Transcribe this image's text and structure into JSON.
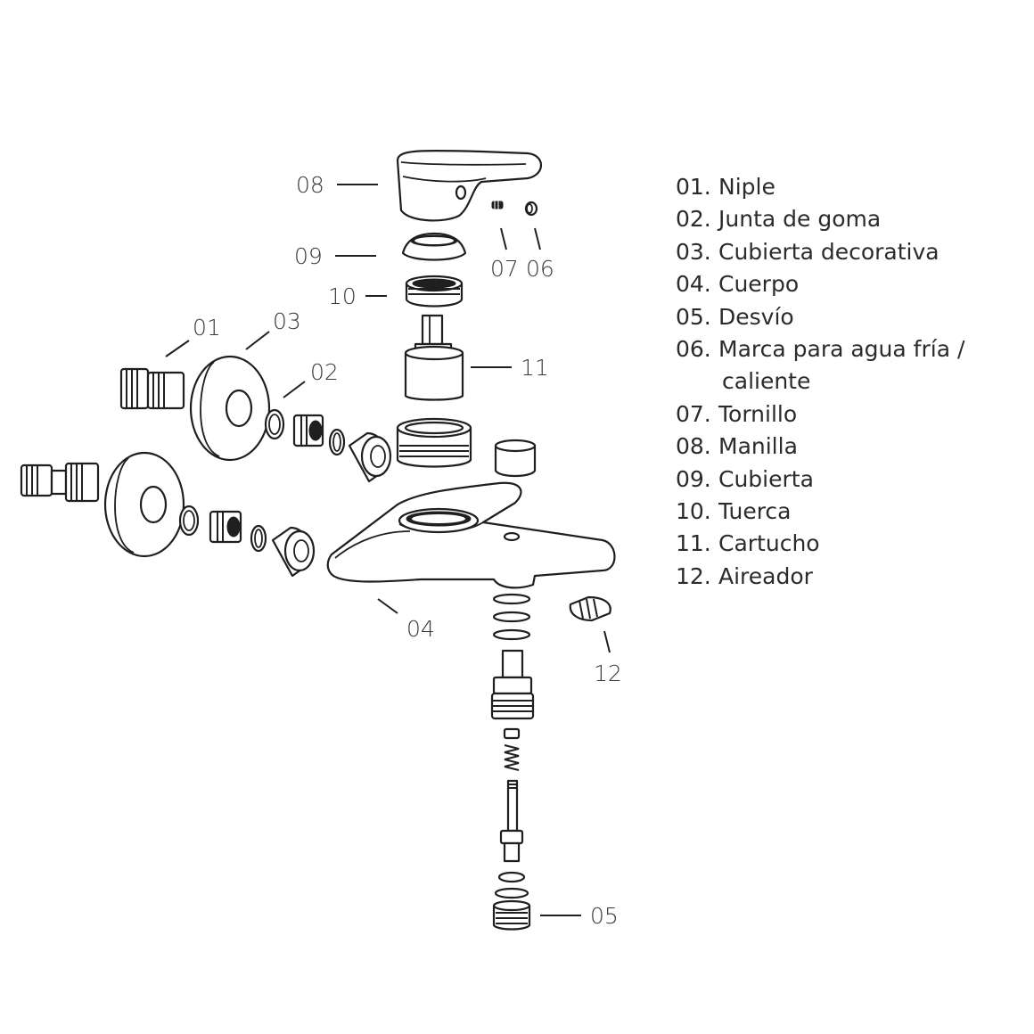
{
  "callouts": {
    "c01": "01",
    "c02": "02",
    "c03": "03",
    "c04": "04",
    "c05": "05",
    "c06": "06",
    "c07": "07",
    "c08": "08",
    "c09": "09",
    "c10": "10",
    "c11": "11",
    "c12": "12"
  },
  "legend": [
    {
      "num": "01.",
      "label": "Niple"
    },
    {
      "num": "02.",
      "label": "Junta de goma"
    },
    {
      "num": "03.",
      "label": "Cubierta decorativa"
    },
    {
      "num": "04.",
      "label": "Cuerpo"
    },
    {
      "num": "05.",
      "label": "Desvío"
    },
    {
      "num": "06.",
      "label": "Marca para agua fría /",
      "cont": "caliente"
    },
    {
      "num": "07.",
      "label": "Tornillo"
    },
    {
      "num": "08.",
      "label": "Manilla"
    },
    {
      "num": "09.",
      "label": "Cubierta"
    },
    {
      "num": "10.",
      "label": "Tuerca"
    },
    {
      "num": "11.",
      "label": "Cartucho"
    },
    {
      "num": "12.",
      "label": "Aireador"
    }
  ]
}
